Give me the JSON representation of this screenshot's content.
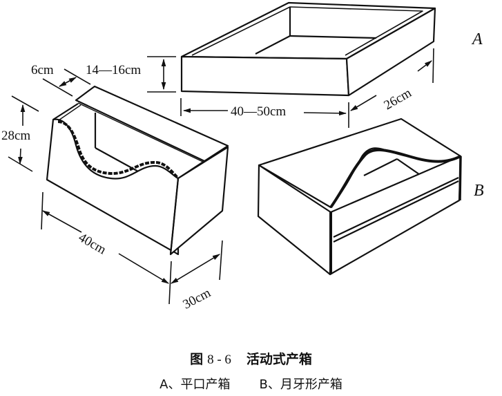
{
  "figure": {
    "number_prefix": "图",
    "number": "8 - 6",
    "title": "活动式产箱",
    "subcaptions": [
      {
        "key": "A",
        "text": "A、平口产箱"
      },
      {
        "key": "B",
        "text": "B、月牙形产箱"
      }
    ]
  },
  "boxes": {
    "A": {
      "letter": "A",
      "name": "平口产箱",
      "dimensions": {
        "height": "14—16cm",
        "length": "40—50cm",
        "width": "26cm"
      }
    },
    "B": {
      "letter": "B",
      "name": "月牙形产箱",
      "dimensions": {}
    },
    "left_box": {
      "dimensions": {
        "lid_depth": "6cm",
        "height": "28cm",
        "length": "40cm",
        "width": "30cm"
      }
    }
  },
  "colors": {
    "line": "#111111",
    "background": "#ffffff"
  }
}
